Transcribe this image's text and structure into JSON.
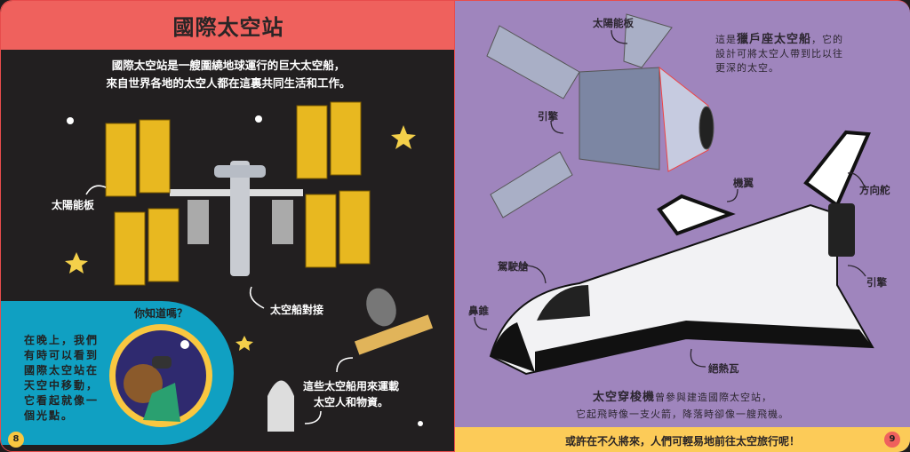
{
  "left_page": {
    "title": "國際太空站",
    "intro": [
      "國際太空站是一艘圍繞地球運行的巨大太空船，",
      "來自世界各地的太空人都在這裏共同生活和工作。"
    ],
    "labels": {
      "solar_panel": "太陽能板",
      "docking": "太空船對接",
      "cargo_line1": "這些太空船用來運載",
      "cargo_line2": "太空人和物資。"
    },
    "did_you_know": {
      "heading": "你知道嗎？",
      "text": "在晚上，我們有時可以看到國際太空站在天空中移動，它看起就像一個光點。"
    },
    "page_number": "8"
  },
  "right_page": {
    "labels": {
      "solar_panel": "太陽能板",
      "engine_orion": "引擎",
      "wing": "機翼",
      "rudder": "方向舵",
      "cockpit": "駕駛艙",
      "nose_cone": "鼻錐",
      "engine_shuttle": "引擎",
      "heat_tiles": "絕熱瓦"
    },
    "orion": {
      "prefix": "這是",
      "name": "獵戶座太空船",
      "rest1": "，它的",
      "line2": "設計可將太空人帶到比以往",
      "line3": "更深的太空。"
    },
    "shuttle": {
      "name": "太空穿梭機",
      "rest1": "曾參與建造國際太空站，",
      "line2": "它起飛時像一支火箭，降落時卻像一艘飛機。"
    },
    "footer": "或許在不久將來，人們可輕易地前往太空旅行呢！",
    "page_number": "9"
  },
  "colors": {
    "header": "#ef615d",
    "space": "#221f20",
    "panel": "#10a0c2",
    "purple": "#9f85bd",
    "footer": "#fccb58"
  }
}
